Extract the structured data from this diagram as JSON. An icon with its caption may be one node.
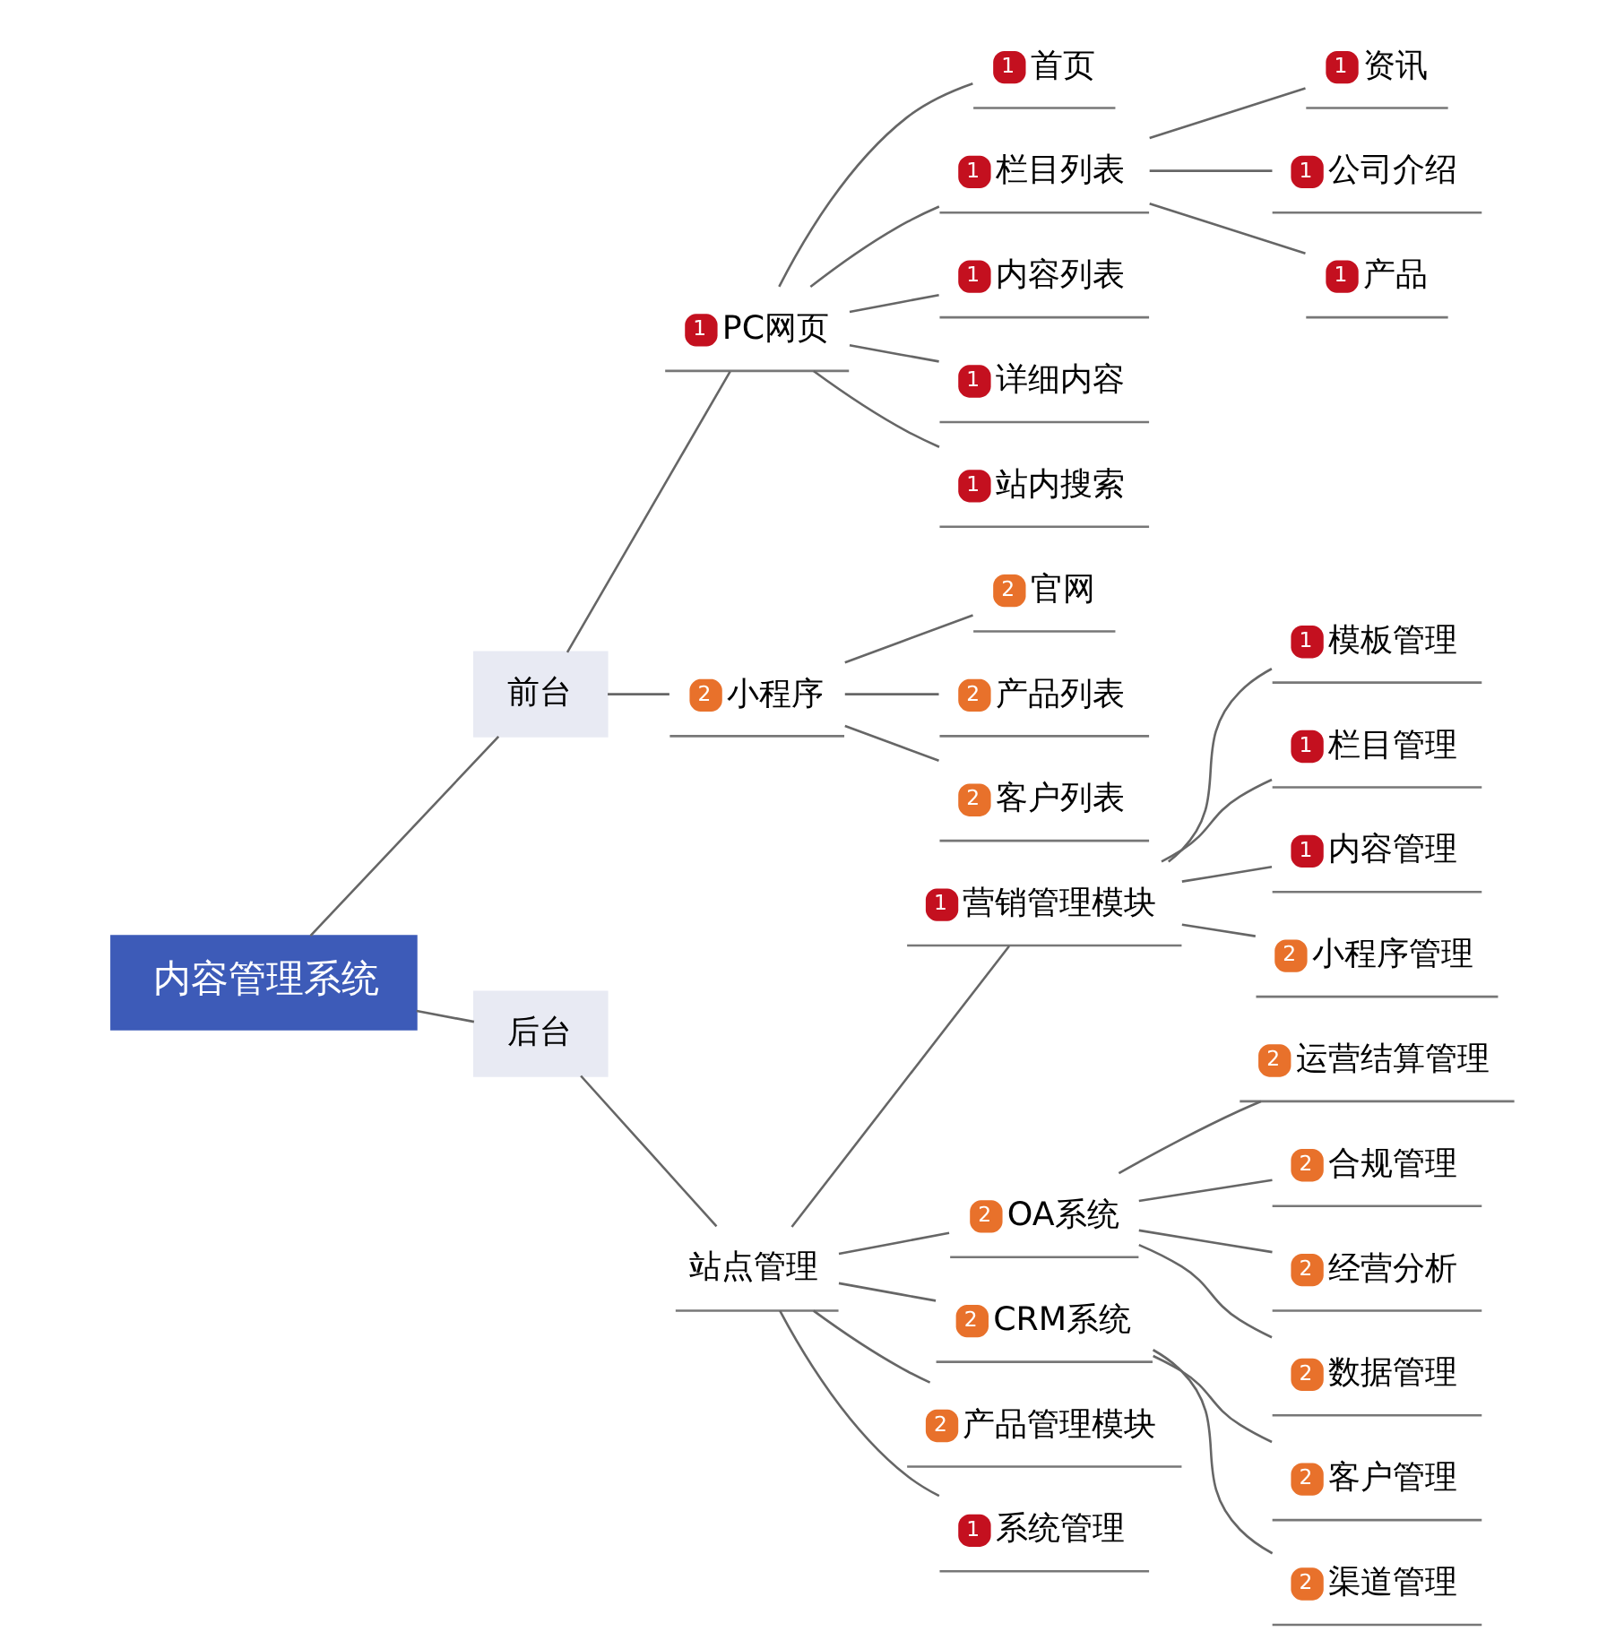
{
  "diagram": {
    "nodes": [
      {
        "text": [
          "内容管理系统"
        ]
      },
      {
        "text": [
          "前台"
        ]
      },
      {
        "text": [
          "1",
          "PC网页"
        ]
      },
      {
        "text": [
          "1",
          "首页"
        ]
      },
      {
        "text": [
          "1",
          "栏目列表"
        ]
      },
      {
        "text": [
          "1",
          "资讯"
        ]
      },
      {
        "text": [
          "1",
          "公司介绍"
        ]
      },
      {
        "text": [
          "1",
          "产品"
        ]
      },
      {
        "text": [
          "1",
          "内容列表"
        ]
      },
      {
        "text": [
          "1",
          "详细内容"
        ]
      },
      {
        "text": [
          "1",
          "站内搜索"
        ]
      },
      {
        "text": [
          "2",
          "小程序"
        ]
      },
      {
        "text": [
          "2",
          "官网"
        ]
      },
      {
        "text": [
          "2",
          "产品列表"
        ]
      },
      {
        "text": [
          "2",
          "客户列表"
        ]
      },
      {
        "text": [
          "后台"
        ]
      },
      {
        "text": [
          "站点管理"
        ]
      },
      {
        "text": [
          "1",
          "营销管理模块"
        ]
      },
      {
        "text": [
          "1",
          "模板管理"
        ]
      },
      {
        "text": [
          "1",
          "栏目管理"
        ]
      },
      {
        "text": [
          "1",
          "内容管理"
        ]
      },
      {
        "text": [
          "2",
          "小程序管理"
        ]
      },
      {
        "text": [
          "2",
          "OA系统"
        ]
      },
      {
        "text": [
          "2",
          "运营结算管理"
        ]
      },
      {
        "text": [
          "2",
          "合规管理"
        ]
      },
      {
        "text": [
          "2",
          "经营分析"
        ]
      },
      {
        "text": [
          "2",
          "数据管理"
        ]
      },
      {
        "text": [
          "2",
          "CRM系统"
        ]
      },
      {
        "text": [
          "2",
          "客户管理"
        ]
      },
      {
        "text": [
          "2",
          "渠道管理"
        ]
      },
      {
        "text": [
          "2",
          "产品管理模块"
        ]
      },
      {
        "text": [
          "1",
          "系统管理"
        ]
      }
    ],
    "edges": [
      {
        "from": 0,
        "to": 1,
        "arrow": "none"
      },
      {
        "from": 1,
        "to": 2,
        "arrow": "none"
      },
      {
        "from": 2,
        "to": 3,
        "arrow": "none"
      },
      {
        "from": 2,
        "to": 4,
        "arrow": "none"
      },
      {
        "from": 4,
        "to": 5,
        "arrow": "none"
      },
      {
        "from": 4,
        "to": 6,
        "arrow": "none"
      },
      {
        "from": 4,
        "to": 7,
        "arrow": "none"
      },
      {
        "from": 2,
        "to": 8,
        "arrow": "none"
      },
      {
        "from": 2,
        "to": 9,
        "arrow": "none"
      },
      {
        "from": 2,
        "to": 10,
        "arrow": "none"
      },
      {
        "from": 1,
        "to": 11,
        "arrow": "none"
      },
      {
        "from": 11,
        "to": 12,
        "arrow": "none"
      },
      {
        "from": 11,
        "to": 13,
        "arrow": "none"
      },
      {
        "from": 11,
        "to": 14,
        "arrow": "none"
      },
      {
        "from": 0,
        "to": 15,
        "arrow": "none"
      },
      {
        "from": 15,
        "to": 16,
        "arrow": "none"
      },
      {
        "from": 16,
        "to": 17,
        "arrow": "none"
      },
      {
        "from": 17,
        "to": 18,
        "arrow": "none"
      },
      {
        "from": 17,
        "to": 19,
        "arrow": "none"
      },
      {
        "from": 17,
        "to": 20,
        "arrow": "none"
      },
      {
        "from": 17,
        "to": 21,
        "arrow": "none"
      },
      {
        "from": 16,
        "to": 22,
        "arrow": "none"
      },
      {
        "from": 22,
        "to": 23,
        "arrow": "none"
      },
      {
        "from": 22,
        "to": 24,
        "arrow": "none"
      },
      {
        "from": 22,
        "to": 25,
        "arrow": "none"
      },
      {
        "from": 22,
        "to": 26,
        "arrow": "none"
      },
      {
        "from": 16,
        "to": 27,
        "arrow": "none"
      },
      {
        "from": 27,
        "to": 28,
        "arrow": "none"
      },
      {
        "from": 27,
        "to": 29,
        "arrow": "none"
      },
      {
        "from": 16,
        "to": 30,
        "arrow": "none"
      },
      {
        "from": 16,
        "to": 31,
        "arrow": "none"
      }
    ]
  }
}
